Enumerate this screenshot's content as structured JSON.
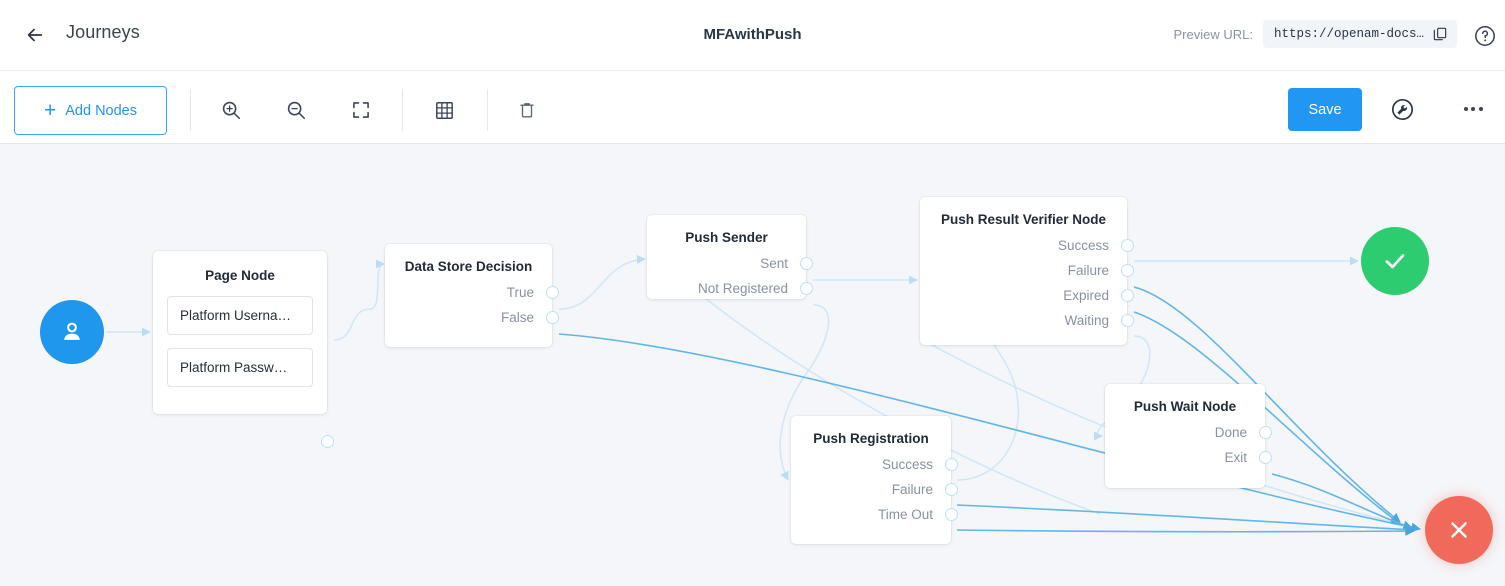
{
  "header": {
    "back_icon": "arrow-left-icon",
    "page_title": "Journeys",
    "journey_name": "MFAwithPush",
    "preview_label": "Preview URL:",
    "preview_url": "https://openam-docs…",
    "copy_icon": "copy-icon",
    "help_icon": "question-circle-icon"
  },
  "toolbar": {
    "add_nodes_label": "Add Nodes",
    "add_icon": "plus-icon",
    "zoom_in_icon": "zoom-in-icon",
    "zoom_out_icon": "zoom-out-icon",
    "fit_screen_icon": "fit-screen-icon",
    "grid_icon": "grid-icon",
    "delete_icon": "trash-icon",
    "save_label": "Save",
    "tools_icon": "wrench-circle-icon",
    "more_icon": "ellipsis-icon"
  },
  "canvas": {
    "background_color": "#f4f6f9",
    "edge_color_strong": "#64b5e8",
    "edge_color_faint": "#cfe7f7",
    "start_node": {
      "name": "start-node",
      "icon": "user-icon",
      "color": "#1e97ec"
    },
    "nodes": [
      {
        "id": "page",
        "title": "Page Node",
        "fields": [
          "Platform Userna…",
          "Platform Passw…"
        ],
        "outputs": []
      },
      {
        "id": "data-store-decision",
        "title": "Data Store Decision",
        "outputs": [
          "True",
          "False"
        ]
      },
      {
        "id": "push-sender",
        "title": "Push Sender",
        "outputs": [
          "Sent",
          "Not Registered"
        ]
      },
      {
        "id": "push-result-verifier-node",
        "title": "Push Result Verifier Node",
        "outputs": [
          "Success",
          "Failure",
          "Expired",
          "Waiting"
        ]
      },
      {
        "id": "push-registration",
        "title": "Push Registration",
        "outputs": [
          "Success",
          "Failure",
          "Time Out"
        ]
      },
      {
        "id": "push-wait-node",
        "title": "Push Wait Node",
        "outputs": [
          "Done",
          "Exit"
        ]
      }
    ],
    "terminals": [
      {
        "id": "success",
        "icon": "check-icon",
        "color": "#2ecc71"
      },
      {
        "id": "failure",
        "icon": "close-icon",
        "color": "#f1695b"
      }
    ]
  }
}
